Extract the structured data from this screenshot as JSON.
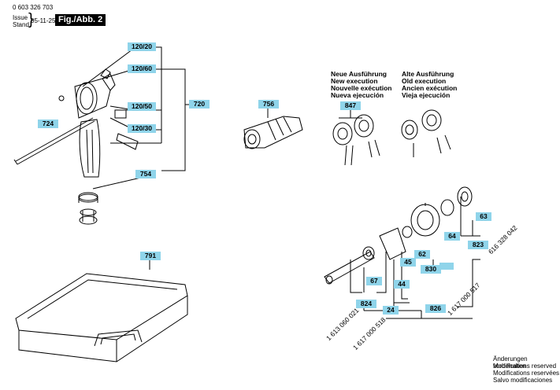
{
  "header": {
    "doc_number": "0 603 326 703",
    "issue_label": "Issue",
    "stand_label": "Stand",
    "date": "05-11-25",
    "figure_tag": "Fig./Abb. 2"
  },
  "notes": {
    "new_execution": [
      "Neue Ausführung",
      "New execution",
      "Nouvelle exécution",
      "Nueva ejecución"
    ],
    "old_execution": [
      "Alte Ausführung",
      "Old execution",
      "Ancien exécution",
      "Vieja ejecución"
    ],
    "modifications": [
      "Änderungen vorbehalten",
      "Modifications reserved",
      "Modifications reservées",
      "Salvo modificaciones"
    ]
  },
  "parts": {
    "p120_20": "120/20",
    "p120_60": "120/60",
    "p120_50": "120/50",
    "p120_30": "120/30",
    "p720": "720",
    "p724": "724",
    "p754": "754",
    "p756": "756",
    "p847": "847",
    "p791": "791",
    "p63": "63",
    "p64": "64",
    "p62": "62",
    "p45": "45",
    "p830": "830",
    "p823": "823",
    "p67": "67",
    "p44": "44",
    "p824": "824",
    "p24": "24",
    "p826": "826"
  },
  "part_numbers": {
    "pn_616": "616 328 042",
    "pn_1613": "1 613 060 021",
    "pn_1617_518": "1 617 000 518",
    "pn_1617_517": "1 617 000 517"
  },
  "colors": {
    "badge": "#8fd4ea",
    "ink": "#000000"
  }
}
